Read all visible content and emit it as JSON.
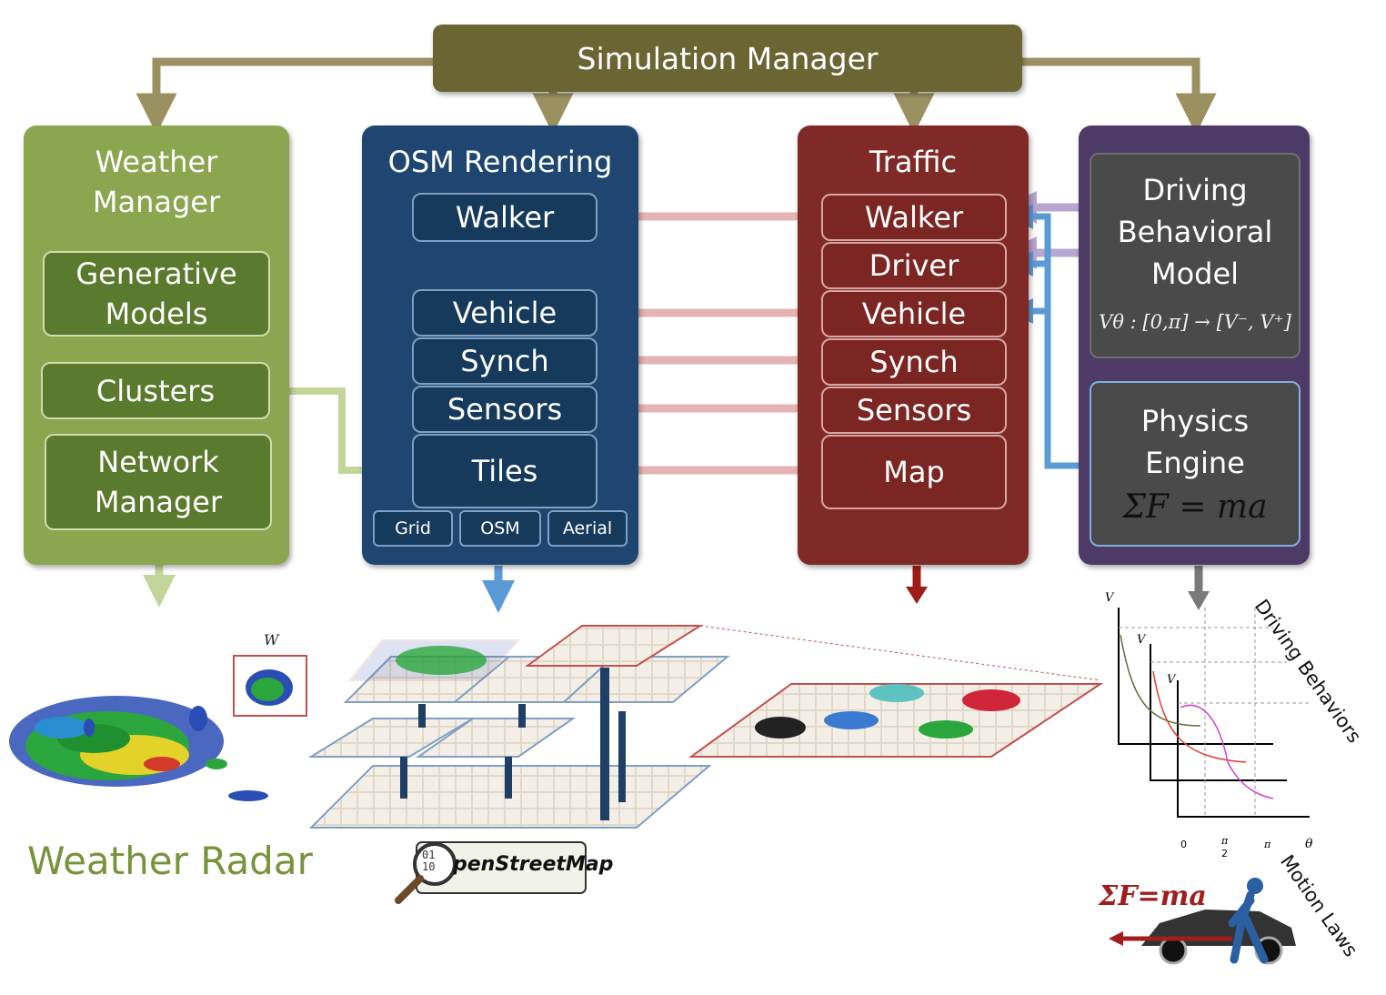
{
  "manager": {
    "title": "Simulation Manager"
  },
  "weather": {
    "title": "Weather Manager",
    "items": [
      "Generative Models",
      "Clusters",
      "Network Manager"
    ],
    "caption": "Weather Radar",
    "radar_label": "W"
  },
  "osm": {
    "title": "OSM Rendering",
    "items": [
      "Walker",
      "Vehicle",
      "Synch",
      "Sensors",
      "Tiles"
    ],
    "tile_modes": [
      "Grid",
      "OSM",
      "Aerial"
    ],
    "logo_text": "penStreetMap",
    "logo_bits": "01\n10"
  },
  "traffic": {
    "title": "Traffic",
    "items": [
      "Walker",
      "Driver",
      "Vehicle",
      "Synch",
      "Sensors",
      "Map"
    ]
  },
  "behavior": {
    "title": "Driving Behavioral Model",
    "formula": "Vθ : [0,π] → [V⁻, V⁺]"
  },
  "physics": {
    "title": "Physics Engine",
    "formula": "ΣF = ma"
  },
  "bottom_right": {
    "driving_label": "Driving Behaviors",
    "motion_label": "Motion Laws",
    "force_label": "ΣF=ma",
    "plot_labels": {
      "theta": "θ",
      "zero": "0",
      "half_pi_num": "π",
      "half_pi_den": "2",
      "pi": "π",
      "vk": "V",
      "vn": "V",
      "vi": "V"
    }
  },
  "colors": {
    "manager": "#6b6433",
    "weather": "#8aa64f",
    "osm": "#1f4670",
    "traffic": "#7f2a27",
    "behavior_panel": "#4e3a66",
    "arrow_pink": "#e8b4b4",
    "arrow_blue": "#5b9bd5",
    "arrow_green": "#c2d69b",
    "arrow_purple": "#b7a6cf"
  }
}
